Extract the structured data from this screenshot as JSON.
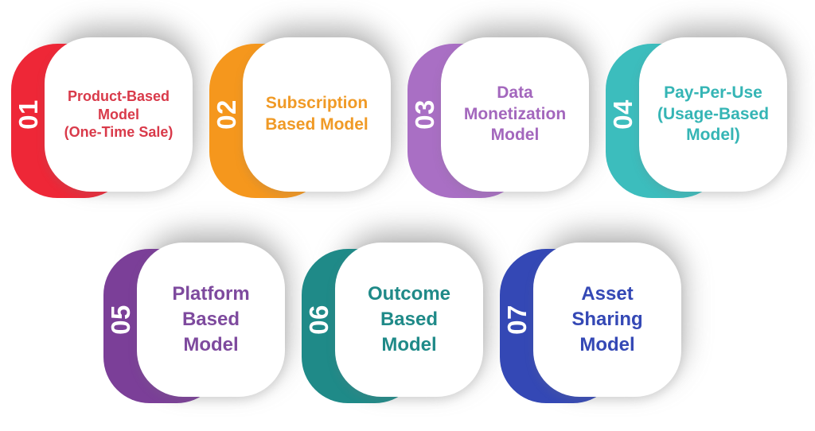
{
  "infographic": {
    "background": "#ffffff",
    "rows": [
      {
        "name": "row-1",
        "cards": [
          {
            "number": "01",
            "title": "Product-Based\nModel\n(One-Time Sale)",
            "badge_color": "#EE2737",
            "text_color": "#D93A4A",
            "size": "small"
          },
          {
            "number": "02",
            "title": "Subscription\nBased Model",
            "badge_color": "#F5971D",
            "text_color": "#F09A26",
            "size": "normal"
          },
          {
            "number": "03",
            "title": "Data\nMonetization\nModel",
            "badge_color": "#A96FC4",
            "text_color": "#A367BD",
            "size": "normal"
          },
          {
            "number": "04",
            "title": "Pay-Per-Use\n(Usage-Based\nModel)",
            "badge_color": "#3CBDBD",
            "text_color": "#35B5B5",
            "size": "normal"
          }
        ]
      },
      {
        "name": "row-2",
        "cards": [
          {
            "number": "05",
            "title": "Platform\nBased\nModel",
            "badge_color": "#7B3F98",
            "text_color": "#7E4A9E",
            "size": "normal"
          },
          {
            "number": "06",
            "title": "Outcome\nBased\nModel",
            "badge_color": "#1F8A88",
            "text_color": "#1F8A88",
            "size": "normal"
          },
          {
            "number": "07",
            "title": "Asset\nSharing\nModel",
            "badge_color": "#3448B5",
            "text_color": "#3448B5",
            "size": "normal"
          }
        ]
      }
    ]
  }
}
